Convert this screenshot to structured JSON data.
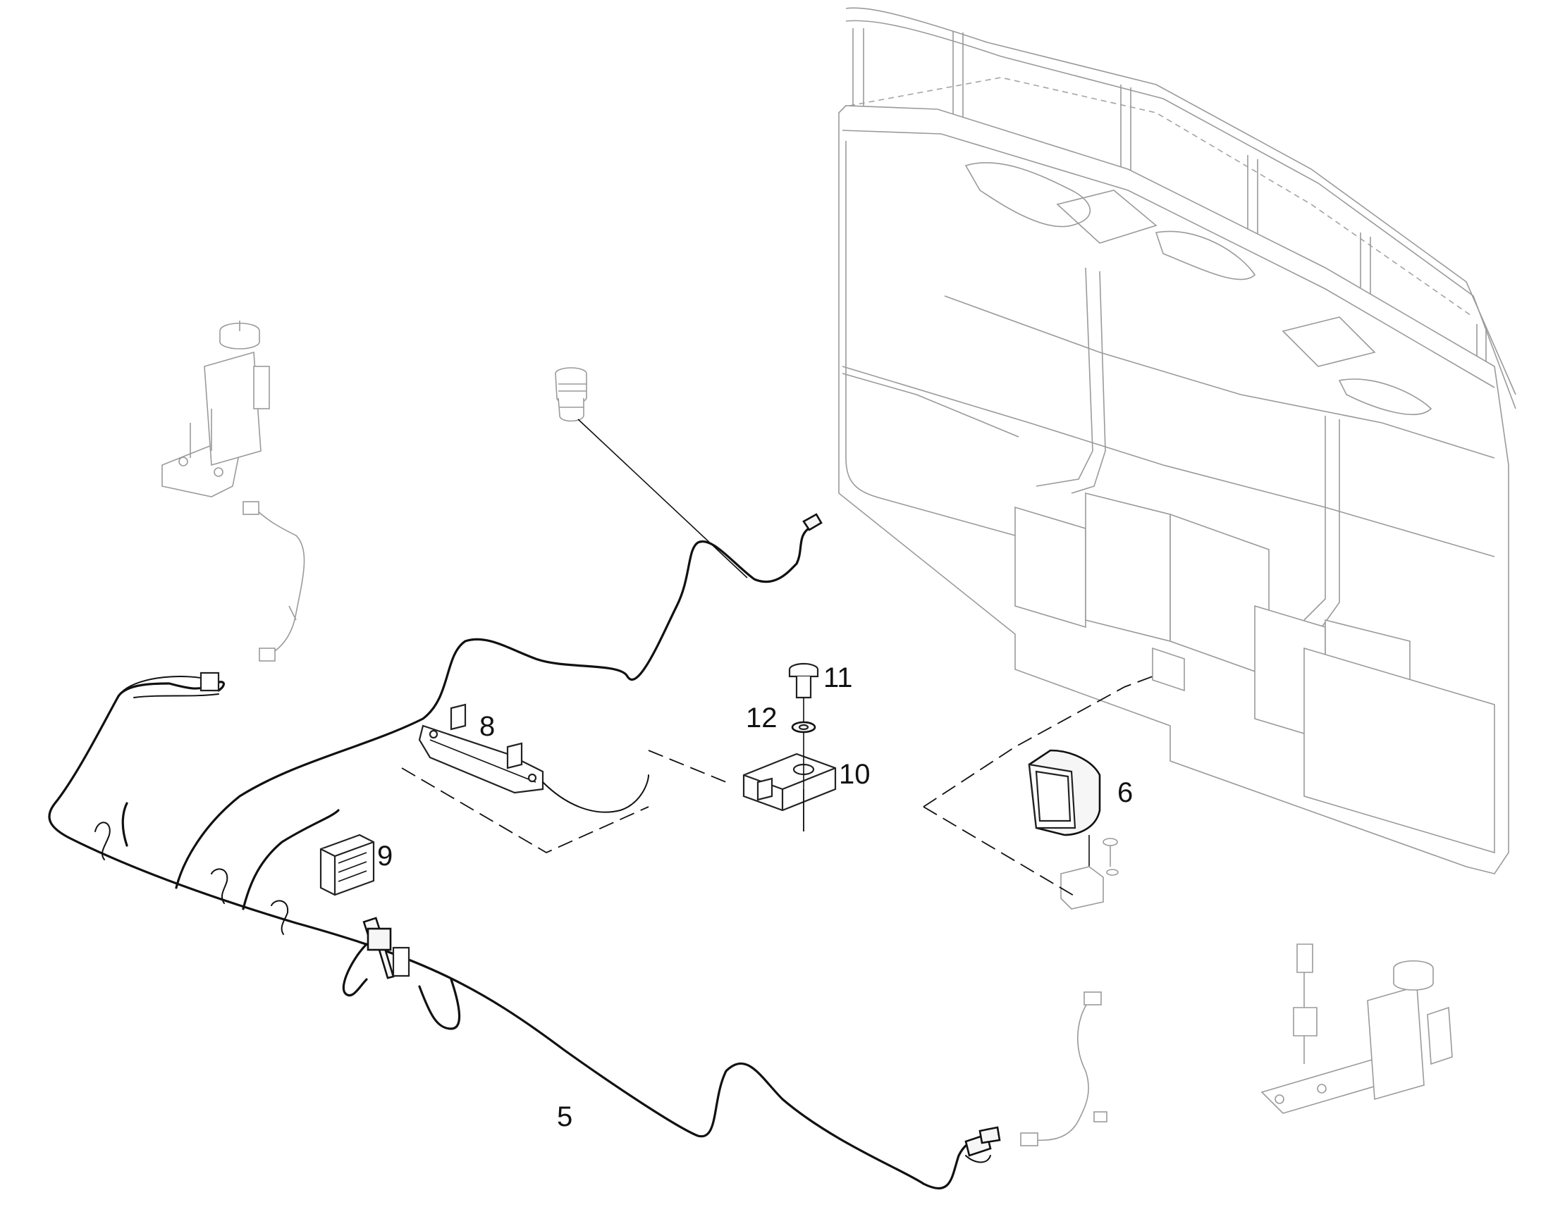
{
  "callouts": {
    "c5": "5",
    "c6": "6",
    "c8": "8",
    "c9": "9",
    "c10": "10",
    "c11": "11",
    "c12": "12"
  },
  "colors": {
    "line": "#111111",
    "faded": "#9a9a9a",
    "background": "#ffffff"
  }
}
